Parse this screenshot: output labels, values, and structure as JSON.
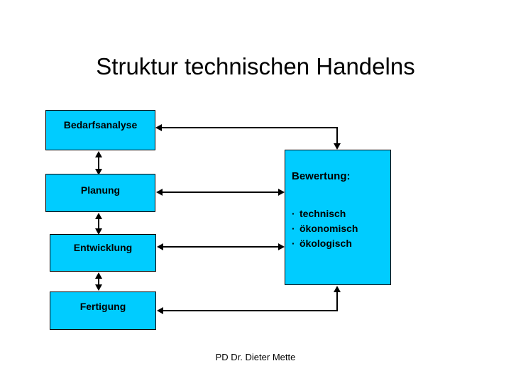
{
  "slide": {
    "title": "Struktur technischen Handelns",
    "footer": "PD Dr. Dieter Mette",
    "colors": {
      "box_fill": "#00CCFF",
      "box_border": "#000000",
      "background": "#FFFFFF",
      "text": "#000000",
      "arrow": "#000000"
    }
  },
  "process_boxes": [
    {
      "id": "bedarfsanalyse",
      "label": "Bedarfsanalyse"
    },
    {
      "id": "planung",
      "label": "Planung"
    },
    {
      "id": "entwicklung",
      "label": "Entwicklung"
    },
    {
      "id": "fertigung",
      "label": "Fertigung"
    }
  ],
  "evaluation_panel": {
    "heading": "Bewertung:",
    "bullet_glyph": "·",
    "bullets": [
      {
        "label": "technisch"
      },
      {
        "label": "ökonomisch"
      },
      {
        "label": "ökologisch"
      }
    ]
  },
  "connectors": [
    {
      "id": "bedarfsanalyse-to-bewertung",
      "type": "elbow",
      "direction": "one-way"
    },
    {
      "id": "bedarfsanalyse-planung",
      "type": "vertical",
      "direction": "two-way"
    },
    {
      "id": "planung-bewertung",
      "type": "horizontal",
      "direction": "two-way"
    },
    {
      "id": "planung-entwicklung",
      "type": "vertical",
      "direction": "two-way"
    },
    {
      "id": "entwicklung-bewertung",
      "type": "horizontal",
      "direction": "two-way"
    },
    {
      "id": "entwicklung-fertigung",
      "type": "vertical",
      "direction": "two-way"
    },
    {
      "id": "bewertung-to-fertigung",
      "type": "elbow",
      "direction": "one-way"
    }
  ]
}
